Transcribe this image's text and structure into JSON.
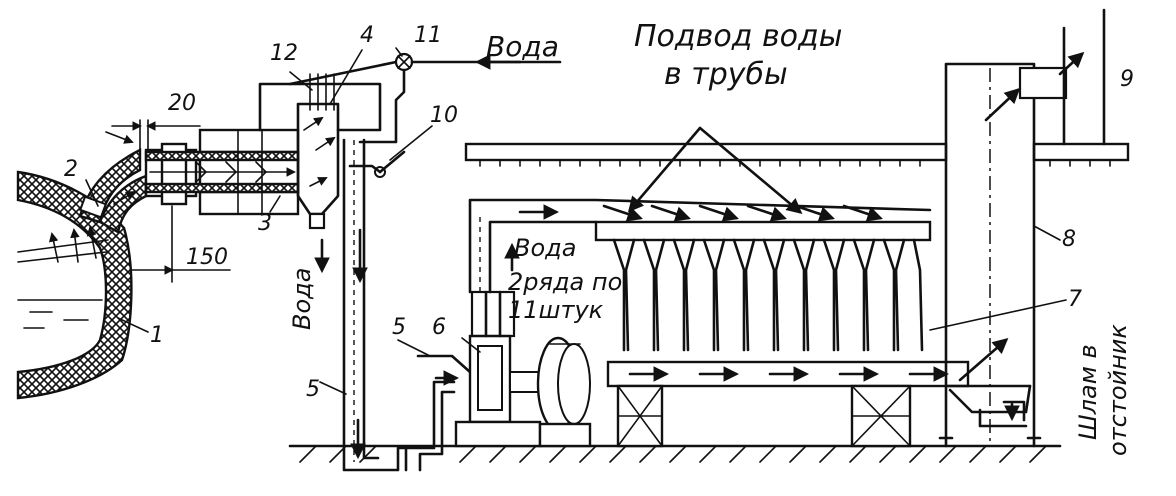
{
  "labels": {
    "water_in": "Вода",
    "water_supply_line1": "Подвод воды",
    "water_supply_line2": "в трубы",
    "water_down": "Вода",
    "water_up": "Вода",
    "rows_line1": "2ряда по",
    "rows_line2": "11штук",
    "sludge_line1": "Шлам в",
    "sludge_line2": "отстойник",
    "dim_20": "20",
    "dim_150": "150"
  },
  "callouts": {
    "n1": "1",
    "n2": "2",
    "n3": "3",
    "n4": "4",
    "n5a": "5",
    "n5b": "5",
    "n6": "6",
    "n7": "7",
    "n8": "8",
    "n9": "9",
    "n10": "10",
    "n11": "11",
    "n12": "12"
  }
}
